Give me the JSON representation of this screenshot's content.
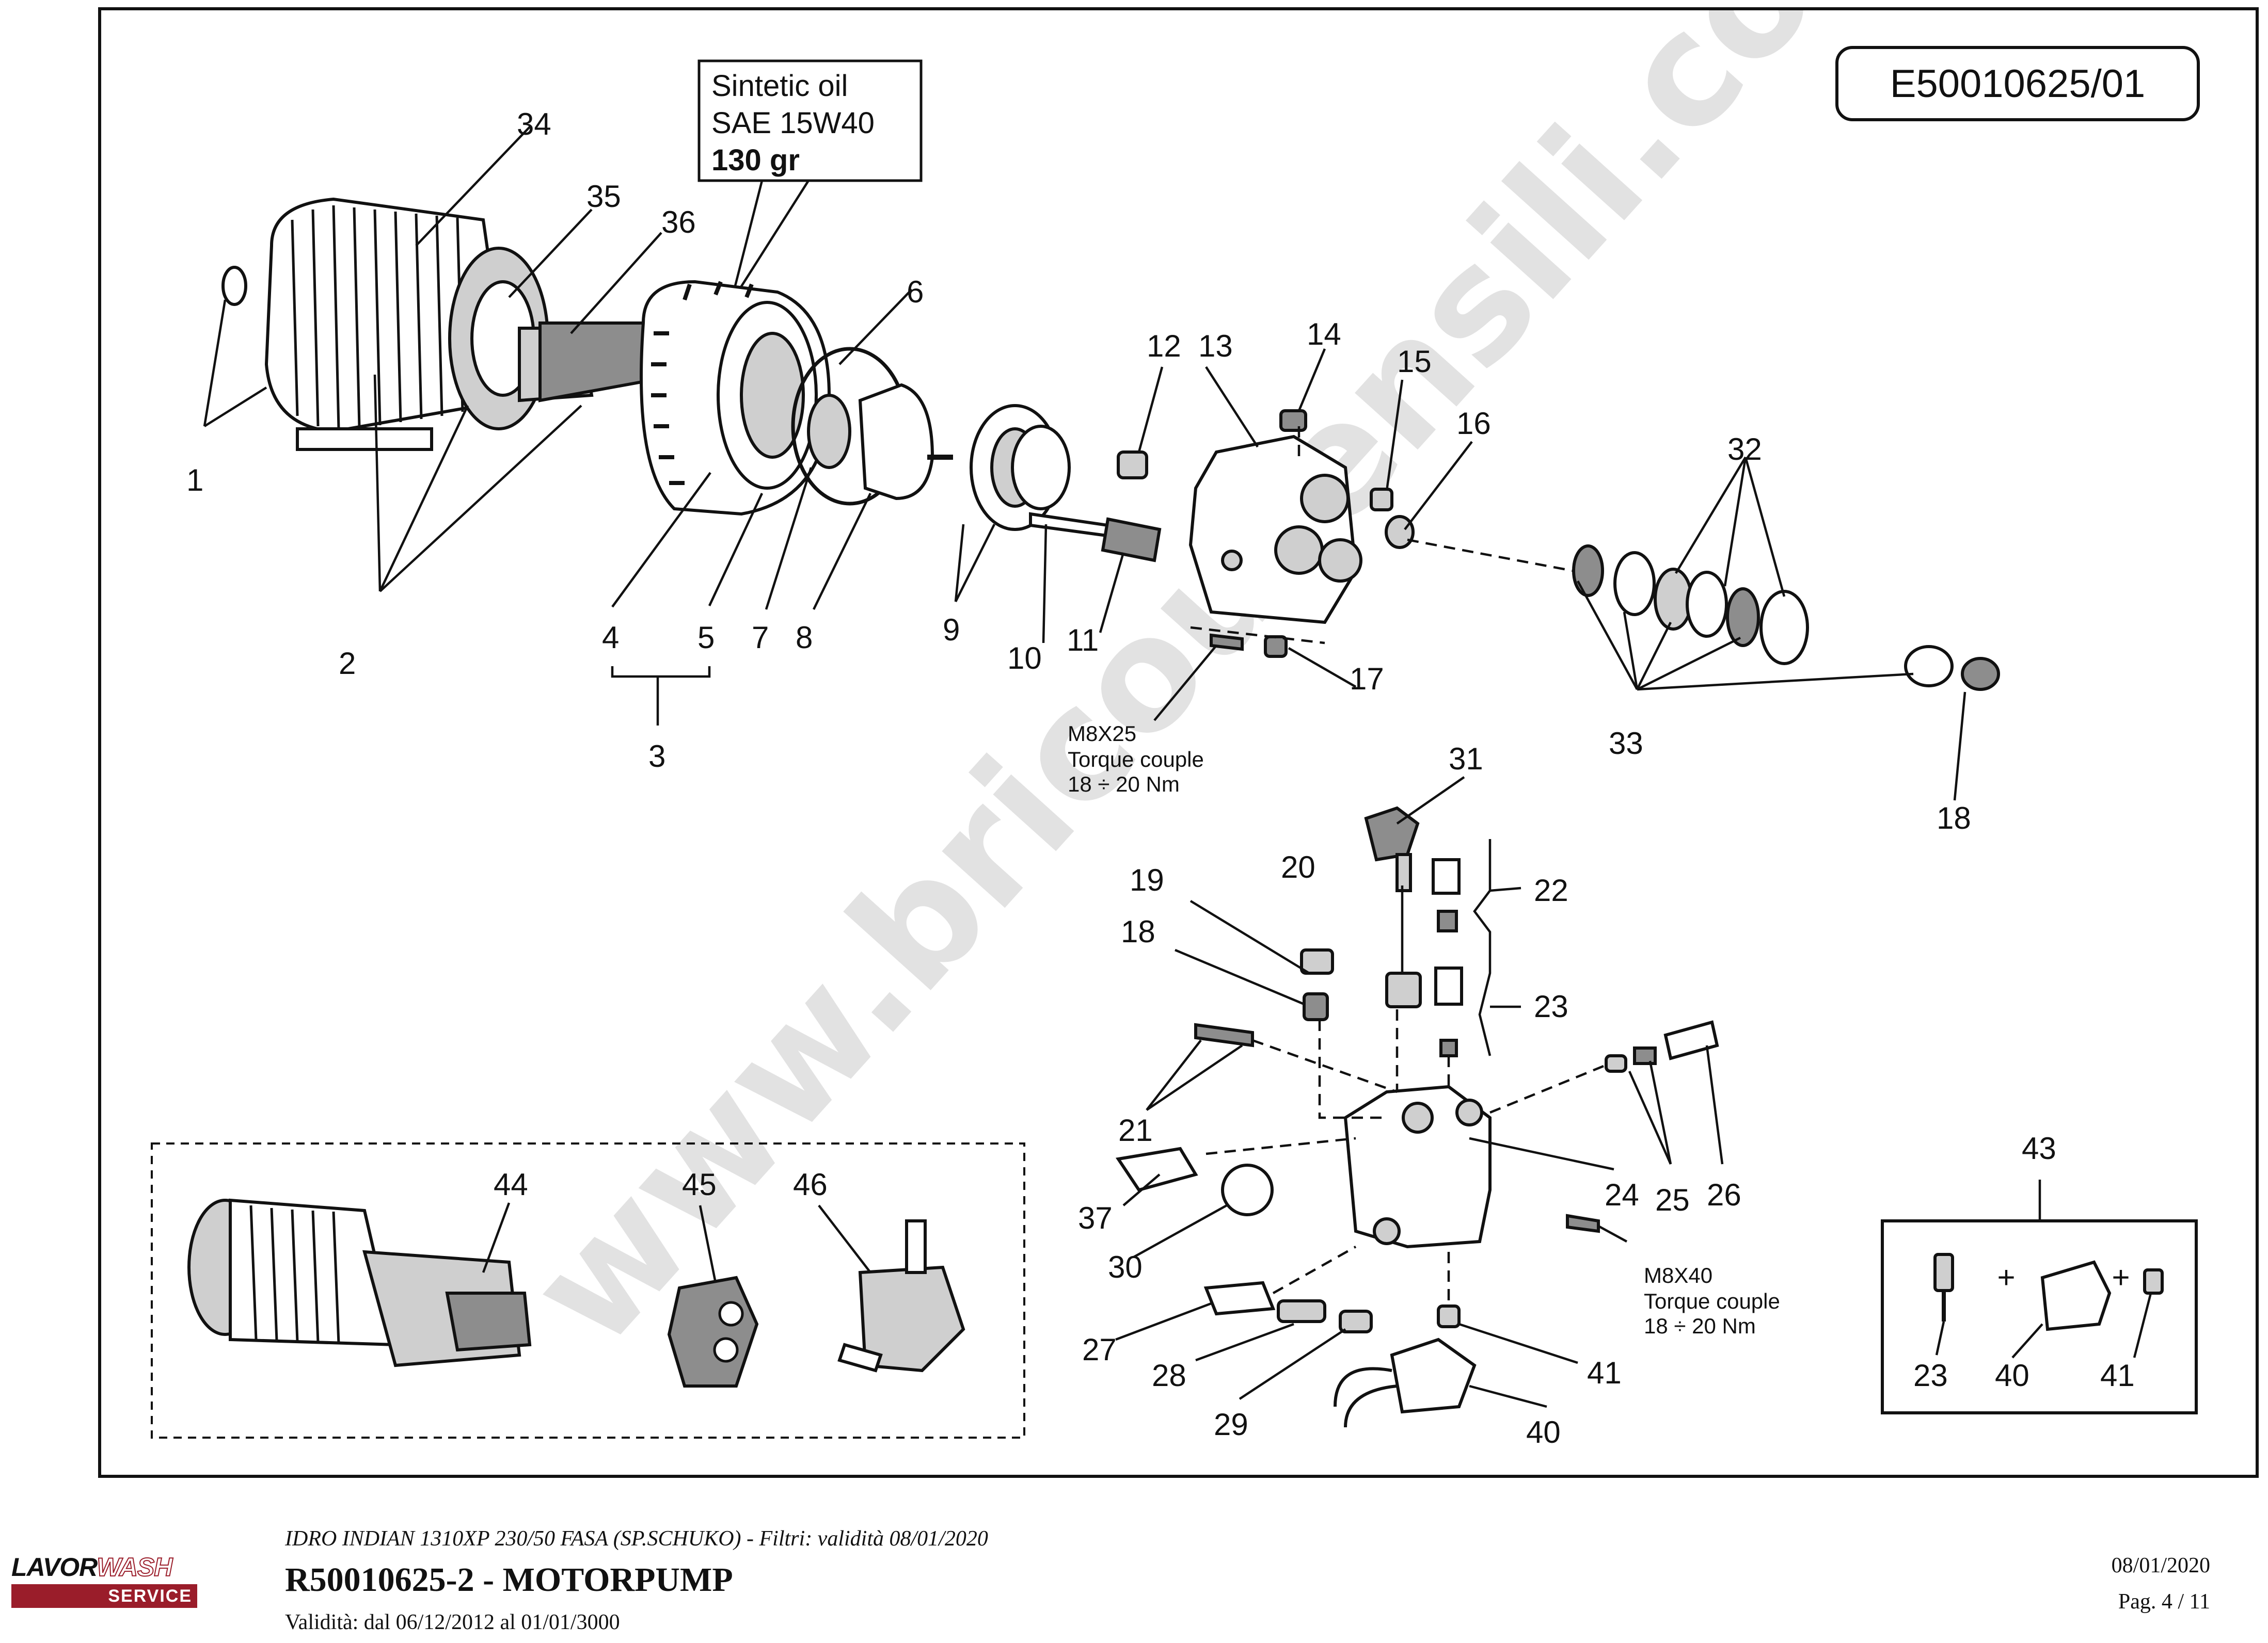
{
  "drawing": {
    "code": "E50010625/01",
    "oil_note": {
      "line1": "Sintetic oil",
      "line2": "SAE 15W40",
      "line3": "130 gr"
    },
    "torque_note_a": {
      "line1": "M8X25",
      "line2": "Torque couple",
      "line3": "18 ÷ 20 Nm"
    },
    "torque_note_b": {
      "line1": "M8X40",
      "line2": "Torque couple",
      "line3": "18 ÷ 20 Nm"
    },
    "kit_symbols": {
      "plus1": "+",
      "plus2": "+"
    },
    "watermark": "www.bricoutensili.com",
    "callouts": {
      "c1": "1",
      "c2": "2",
      "c3": "3",
      "c4": "4",
      "c5": "5",
      "c6": "6",
      "c7": "7",
      "c8": "8",
      "c9": "9",
      "c10": "10",
      "c11": "11",
      "c12": "12",
      "c13": "13",
      "c14": "14",
      "c15": "15",
      "c16": "16",
      "c17": "17",
      "c18a": "18",
      "c18b": "18",
      "c19": "19",
      "c20": "20",
      "c21": "21",
      "c22": "22",
      "c23a": "23",
      "c23b": "23",
      "c24": "24",
      "c25": "25",
      "c26": "26",
      "c27": "27",
      "c28": "28",
      "c29": "29",
      "c30": "30",
      "c31": "31",
      "c32": "32",
      "c33": "33",
      "c34": "34",
      "c35": "35",
      "c36": "36",
      "c37": "37",
      "c40a": "40",
      "c40b": "40",
      "c41a": "41",
      "c41b": "41",
      "c43": "43",
      "c44": "44",
      "c45": "45",
      "c46": "46"
    }
  },
  "footer": {
    "model_info": "IDRO INDIAN 1310XP 230/50 FASA (SP.SCHUKO) - Filtri: validità 08/01/2020",
    "title": "R50010625-2 - MOTORPUMP",
    "validity": "Validità: dal 06/12/2012 al 01/01/3000",
    "date": "08/01/2020",
    "page": "Pag. 4 / 11",
    "logo": {
      "brand_a": "LAVOR",
      "brand_b": "WASH",
      "service": "SERVICE"
    }
  }
}
